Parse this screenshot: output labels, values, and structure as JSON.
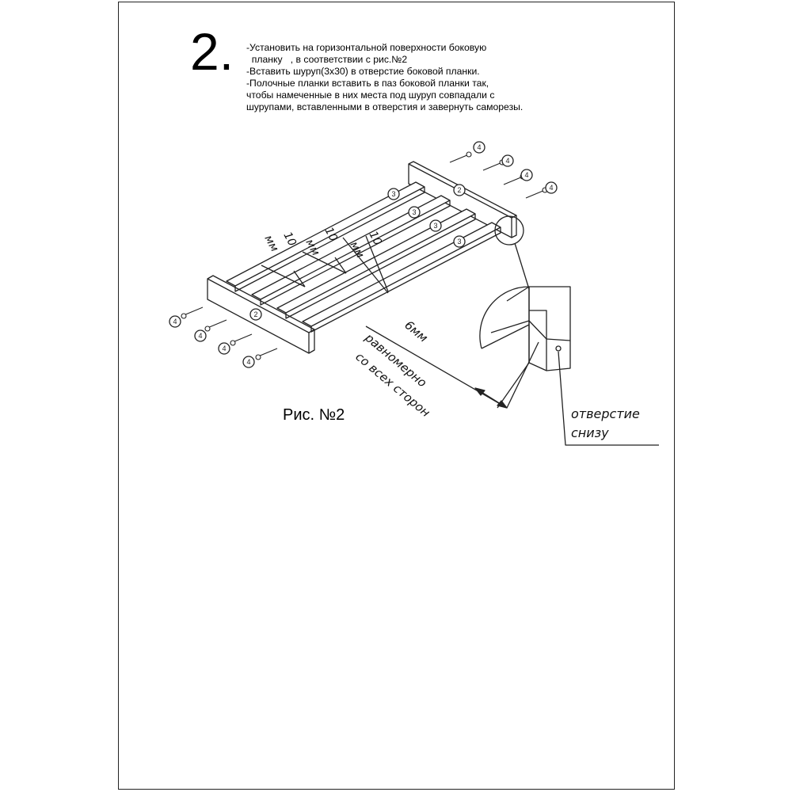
{
  "step": {
    "number": "2.",
    "lines": [
      "-Установить на горизонтальной поверхности боковую",
      "  планку   , в соответствии с рис.№2",
      "-Вставить шуруп(3х30) в отверстие боковой планки.",
      "-Полочные планки вставить в паз боковой планки так,",
      "чтобы намеченные в них места под шуруп совпадали с",
      "шурупами, вставленными в отверстия и завернуть саморезы."
    ]
  },
  "figure": {
    "caption": "Рис. №2",
    "dimensions": {
      "gap1": "10",
      "gap2": "10",
      "gap3": "10",
      "unit": "мм"
    },
    "callout": {
      "line1": "6мм",
      "line2": "равномерно",
      "line3": "со всех сторон"
    },
    "detail_note": {
      "line1": "отверстие",
      "line2": "снизу"
    },
    "part_labels": {
      "side_plank": "2",
      "shelf_plank": "3",
      "screw": "4"
    }
  }
}
